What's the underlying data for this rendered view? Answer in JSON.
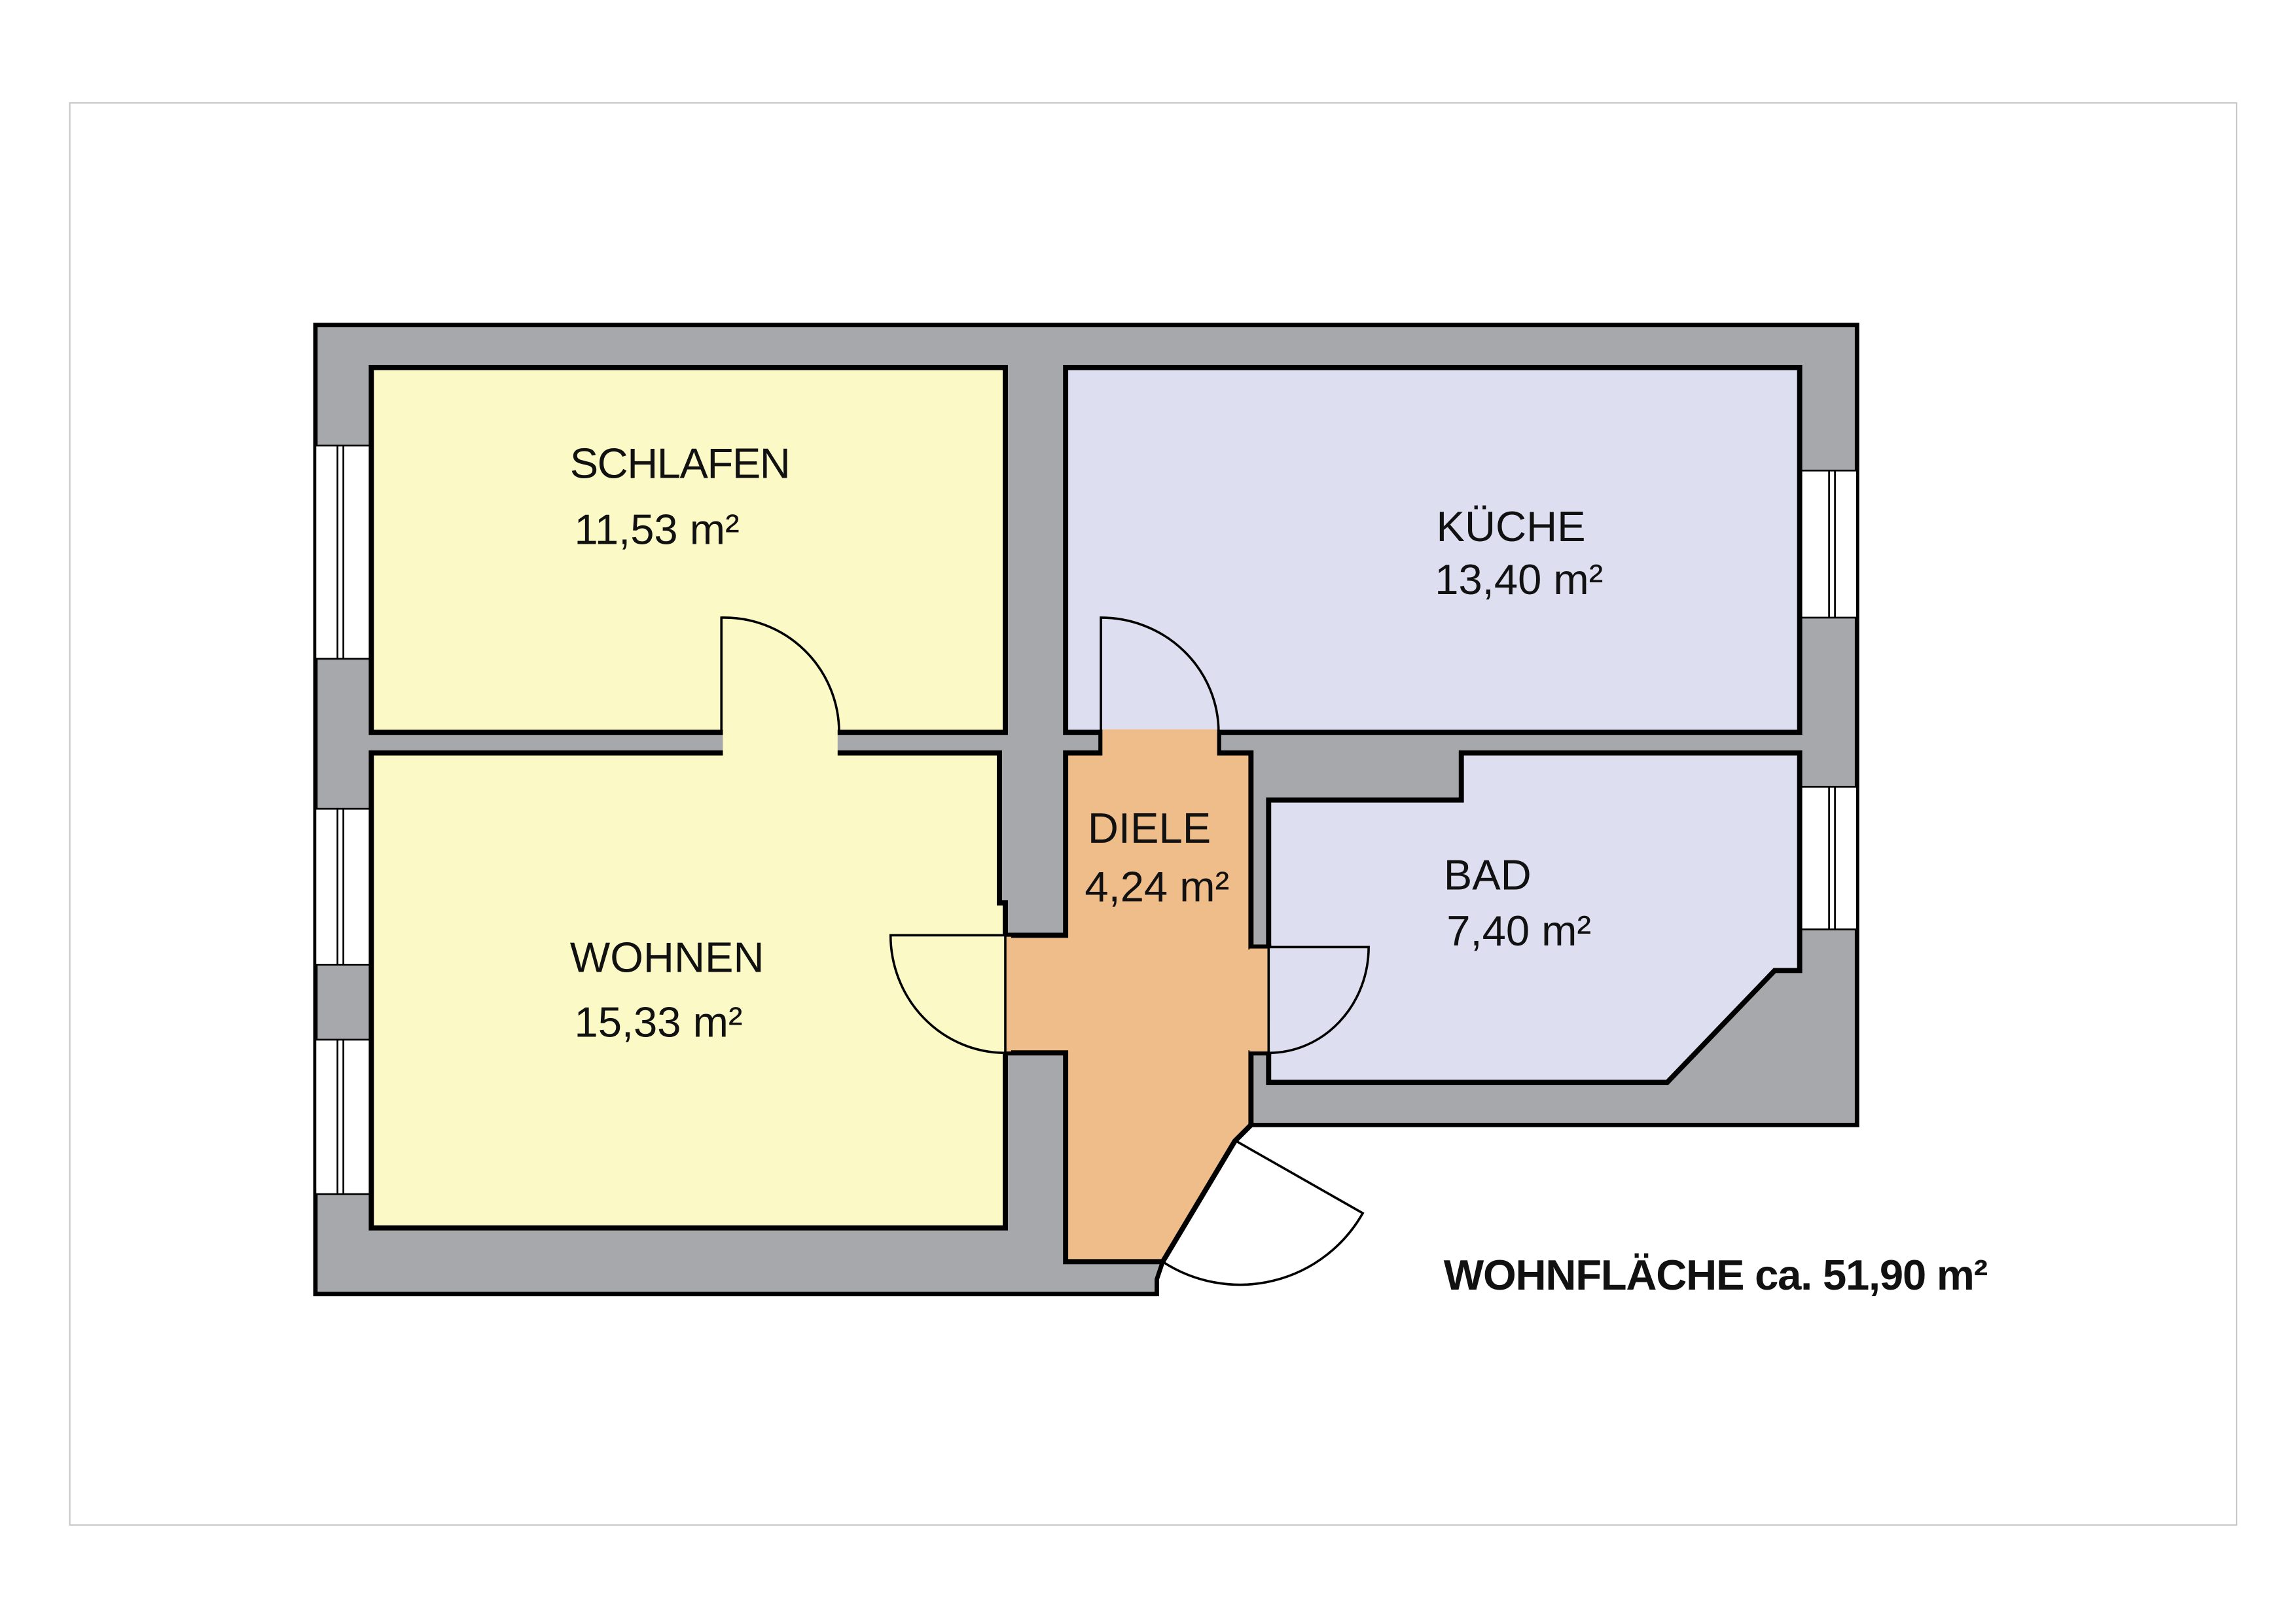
{
  "colors": {
    "wall": "#a7a8ac",
    "bedroom_living": "#fbf9c5",
    "kitchen_bath": "#dddff0",
    "hall": "#efbd8a"
  },
  "rooms": {
    "schlafen": {
      "name": "SCHLAFEN",
      "area": "11,53 m²"
    },
    "kueche": {
      "name": "KÜCHE",
      "area": "13,40 m²"
    },
    "diele": {
      "name": "DIELE",
      "area": "4,24 m²"
    },
    "wohnen": {
      "name": "WOHNEN",
      "area": "15,33 m²"
    },
    "bad": {
      "name": "BAD",
      "area": "7,40 m²"
    }
  },
  "total": "WOHNFLÄCHE ca. 51,90 m²"
}
